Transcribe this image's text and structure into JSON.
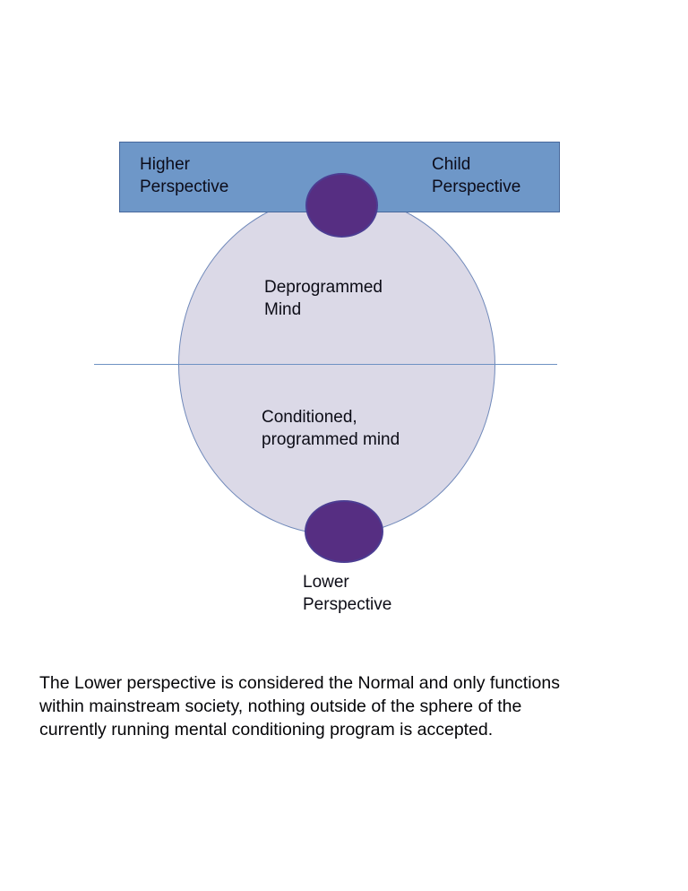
{
  "diagram": {
    "top_bar": {
      "fill": "#6e97c8",
      "border": "#47689c",
      "left_label": {
        "line1": "Higher",
        "line2": "Perspective"
      },
      "right_label": {
        "line1": "Child",
        "line2": "Perspective"
      }
    },
    "sphere": {
      "fill": "#dbd9e7",
      "border": "#7089ba",
      "upper_label": {
        "line1": "Deprogrammed",
        "line2": "Mind"
      },
      "lower_label": {
        "line1": "Conditioned,",
        "line2": "programmed mind"
      }
    },
    "nodes": {
      "fill": "#562e82",
      "border": "#4c3c92"
    },
    "bottom_label": {
      "line1": "Lower",
      "line2": "Perspective"
    },
    "divider_color": "#6f92c3",
    "text_color": "#0c0c16"
  },
  "caption": {
    "lines": [
      "The Lower perspective is considered the Normal and only functions",
      "within mainstream society, nothing outside of the sphere of the",
      "currently running mental conditioning program is accepted."
    ]
  }
}
